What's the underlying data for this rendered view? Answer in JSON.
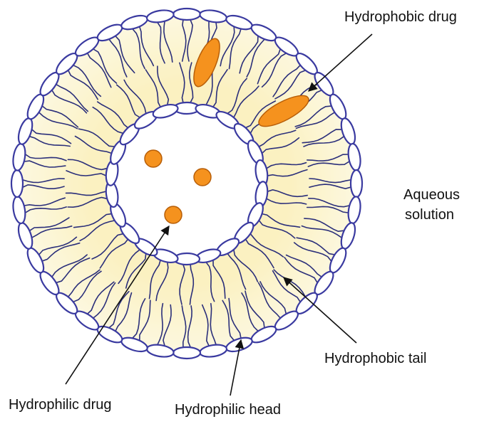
{
  "labels": {
    "hydrophobic_drug": "Hydrophobic drug",
    "aqueous_line1": "Aqueous",
    "aqueous_line2": "solution",
    "hydrophilic_drug": "Hydrophilic drug",
    "hydrophilic_head": "Hydrophilic head",
    "hydrophobic_tail": "Hydrophobic tail"
  },
  "colors": {
    "bilayer_fill": "#fbf3c4",
    "head_fill": "#ffffff",
    "head_stroke": "#3a3aa0",
    "tail_stroke": "#2b2f7a",
    "drug_fill": "#f5921e",
    "drug_stroke": "#b75e08"
  },
  "icons": [
    "phospholipid-head",
    "phospholipid-tail",
    "hydrophobic-drug-ellipse",
    "hydrophilic-drug-circle"
  ]
}
